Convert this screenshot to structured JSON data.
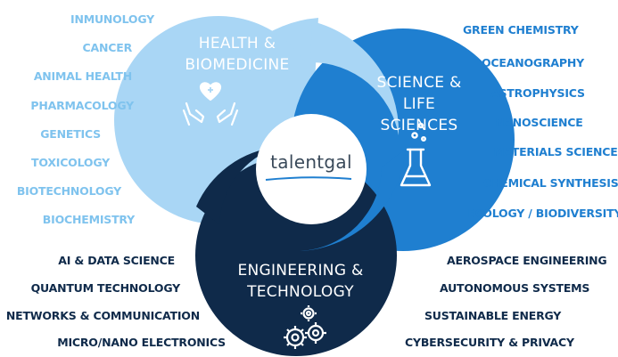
{
  "logo": {
    "text": "talentgal"
  },
  "health": {
    "title_line1": "HEALTH &",
    "title_line2": "BIOMEDICINE",
    "icon": "hands-heart-icon",
    "color": "#a9d6f5",
    "items": [
      "INMUNOLOGY",
      "CANCER",
      "ANIMAL HEALTH",
      "PHARMACOLOGY",
      "GENETICS",
      "TOXICOLOGY",
      "BIOTECHNOLOGY",
      "BIOCHEMISTRY"
    ]
  },
  "science": {
    "title_line1": "SCIENCE &",
    "title_line2": "LIFE",
    "title_line3": "SCIENCES",
    "icon": "flask-icon",
    "color": "#1f7fd0",
    "items": [
      "GREEN CHEMISTRY",
      "OCEANOGRAPHY",
      "ASTROPHYSICS",
      "NANOSCIENCE",
      "MATERIALS SCIENCE",
      "CHEMICAL SYNTHESIS",
      "ECOLOGY / BIODIVERSITY"
    ]
  },
  "engineering": {
    "title_line1": "ENGINEERING &",
    "title_line2": "TECHNOLOGY",
    "icon": "gears-icon",
    "color": "#0f2a4a",
    "items_left": [
      "AI & DATA SCIENCE",
      "QUANTUM TECHNOLOGY",
      "NETWORKS & COMMUNICATION",
      "MICRO/NANO ELECTRONICS"
    ],
    "items_right": [
      "AEROSPACE ENGINEERING",
      "AUTONOMOUS SYSTEMS",
      "SUSTAINABLE ENERGY",
      "CYBERSECURITY & PRIVACY"
    ]
  }
}
